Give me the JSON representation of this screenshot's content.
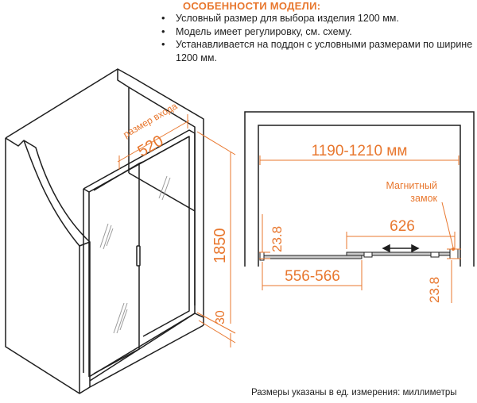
{
  "features": {
    "title": "ОСОБЕННОСТИ МОДЕЛИ:",
    "items": [
      "Условный размер для выбора изделия 1200 мм.",
      "Модель имеет регулировку, см. схему.",
      "Устанавливается на поддон с условными размерами по ширине 1200 мм."
    ]
  },
  "isometric": {
    "entrance_label": "размер входа",
    "entrance_width": "520",
    "height": "1850",
    "base_height": "30"
  },
  "plan": {
    "total_width": "1190-1210 мм",
    "magnet_label_line1": "Магнитный",
    "magnet_label_line2": "замок",
    "door_width": "626",
    "fixed_panel": "556-566",
    "profile_left": "23.8",
    "profile_right": "23.8"
  },
  "footer": {
    "units_note": "Размеры указаны в ед. измерения: миллиметры"
  },
  "colors": {
    "accent": "#e8772e",
    "line": "#1f1f1f",
    "glass": "#c8c8c8"
  }
}
